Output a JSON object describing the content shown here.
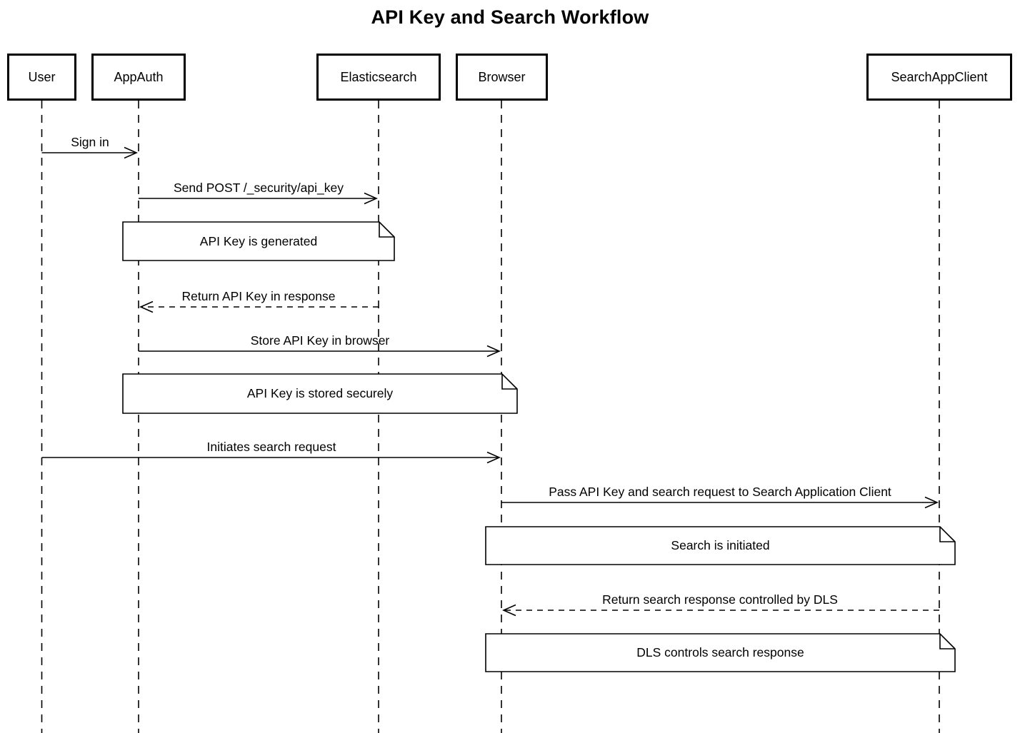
{
  "diagram": {
    "type": "sequence-diagram",
    "title": "API Key and Search Workflow",
    "colors": {
      "line": "#000000",
      "fill": "#ffffff",
      "text": "#000000"
    },
    "participants": [
      {
        "label": "User"
      },
      {
        "label": "AppAuth"
      },
      {
        "label": "Elasticsearch"
      },
      {
        "label": "Browser"
      },
      {
        "label": "SearchAppClient"
      }
    ],
    "messages": [
      {
        "label": "Sign in",
        "from": "User",
        "to": "AppAuth",
        "line": "solid"
      },
      {
        "label": "Send POST /_security/api_key",
        "from": "AppAuth",
        "to": "Elasticsearch",
        "line": "solid"
      },
      {
        "label": "Return API Key in response",
        "from": "Elasticsearch",
        "to": "AppAuth",
        "line": "dashed"
      },
      {
        "label": "Store API Key in browser",
        "from": "AppAuth",
        "to": "Browser",
        "line": "solid"
      },
      {
        "label": "Initiates search request",
        "from": "User",
        "to": "Browser",
        "line": "solid"
      },
      {
        "label": "Pass API Key and search request to Search Application Client",
        "from": "Browser",
        "to": "SearchAppClient",
        "line": "solid"
      },
      {
        "label": "Return search response controlled by DLS",
        "from": "SearchAppClient",
        "to": "Browser",
        "line": "dashed"
      }
    ],
    "notes": [
      {
        "label": "API Key is generated",
        "over": "AppAuth / Elasticsearch"
      },
      {
        "label": "API Key is stored securely",
        "over": "AppAuth / Browser"
      },
      {
        "label": "Search is initiated",
        "over": "Browser / SearchAppClient"
      },
      {
        "label": "DLS controls search response",
        "over": "Browser / SearchAppClient"
      }
    ]
  }
}
